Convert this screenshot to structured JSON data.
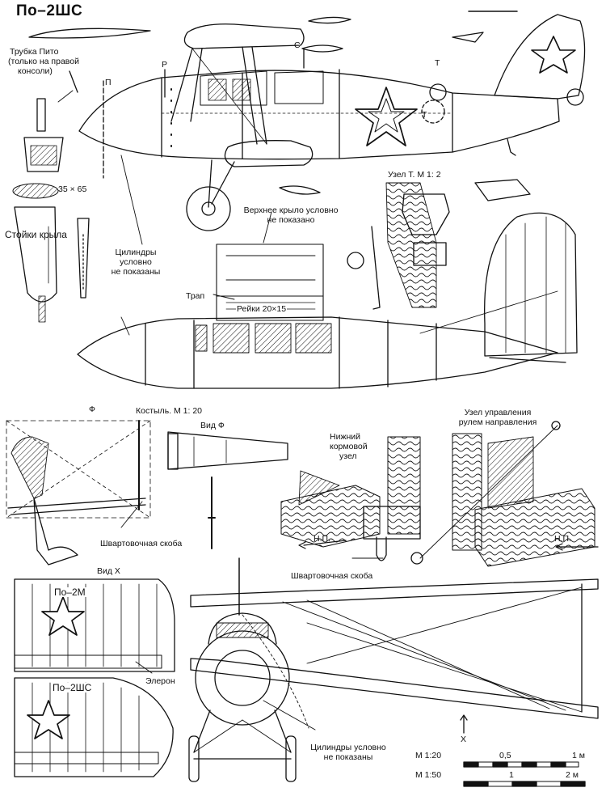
{
  "title": "По–2ШС",
  "labels": {
    "pitot_1": "Трубка Пито",
    "pitot_2": "(только на правой",
    "pitot_3": "консоли)",
    "section_p": "П",
    "section_r": "Р",
    "section_s": "С",
    "section_t1": "Т",
    "section_t2": "Т",
    "dim_35x65": "35 × 65",
    "wing_struts": "Стойки крыла",
    "uzel_t": "Узел Т. М 1: 2",
    "upper_wing_1": "Верхнее крыло условно",
    "upper_wing_2": "не показано",
    "cyl_1": "Цилиндры",
    "cyl_2": "условно",
    "cyl_3": "не показаны",
    "trap": "Трап",
    "reiki": "Рейки 20×15",
    "kostyl": "Костыль. М 1: 20",
    "phi": "Ф",
    "vid_phi": "Вид Ф",
    "lower_tail_1": "Нижний",
    "lower_tail_2": "кормовой",
    "lower_tail_3": "узел",
    "rudder_1": "Узел управления",
    "rudder_2": "рулем направления",
    "moor_1": "Швартовочная скоба",
    "moor_2": "Швартовочная скоба",
    "np_1": "Н.П.",
    "np_2": "Н.П.",
    "vid_x": "Вид Х",
    "po2m": "По–2М",
    "po2shs": "По–2ШС",
    "aileron": "Элерон",
    "cyl_front_1": "Цилиндры условно",
    "cyl_front_2": "не показаны",
    "x_mark": "Х"
  },
  "scale": {
    "m20": "М 1:20",
    "m50": "М 1:50",
    "v05": "0,5",
    "v1m": "1 м",
    "v1": "1",
    "v2m": "2 м"
  }
}
